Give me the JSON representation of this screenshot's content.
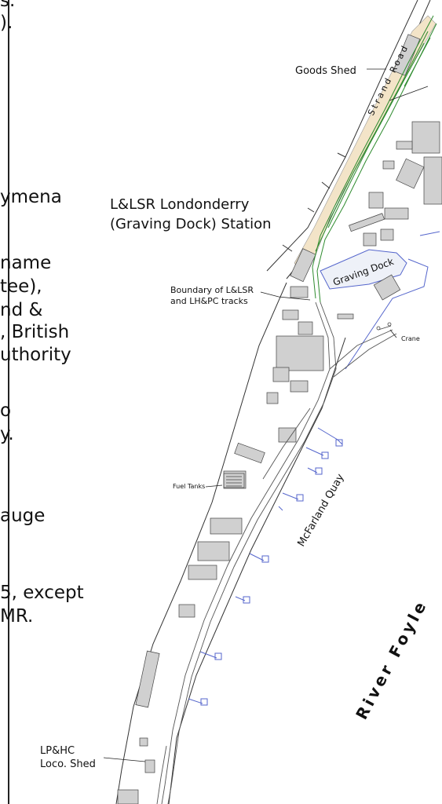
{
  "left_panel_lines": [
    "s.",
    ").",
    "ymena",
    "name",
    "tee),",
    "nd &",
    ", British",
    "uthority",
    "o",
    "y.",
    "auge",
    "5, except",
    "MR."
  ],
  "map": {
    "station_label_line1": "L&LSR Londonderry",
    "station_label_line2": "(Graving Dock) Station",
    "goods_shed": "Goods Shed",
    "strand_road": "Strand Road",
    "graving_dock": "Graving Dock",
    "boundary_line1": "Boundary of L&LSR",
    "boundary_line2": "and LH&PC tracks",
    "crane": "Crane",
    "fuel_tanks": "Fuel Tanks",
    "mcfarland_quay": "McFarland Quay",
    "river_foyle": "River Foyle",
    "loco_shed_line1": "LP&HC",
    "loco_shed_line2": "Loco. Shed"
  },
  "colors": {
    "track_lsr": "#2e8b2e",
    "track_harbour": "#555555",
    "building_fill": "#d0d0d0",
    "quay_line": "#5566cc",
    "station_area": "#f3e4c8"
  }
}
